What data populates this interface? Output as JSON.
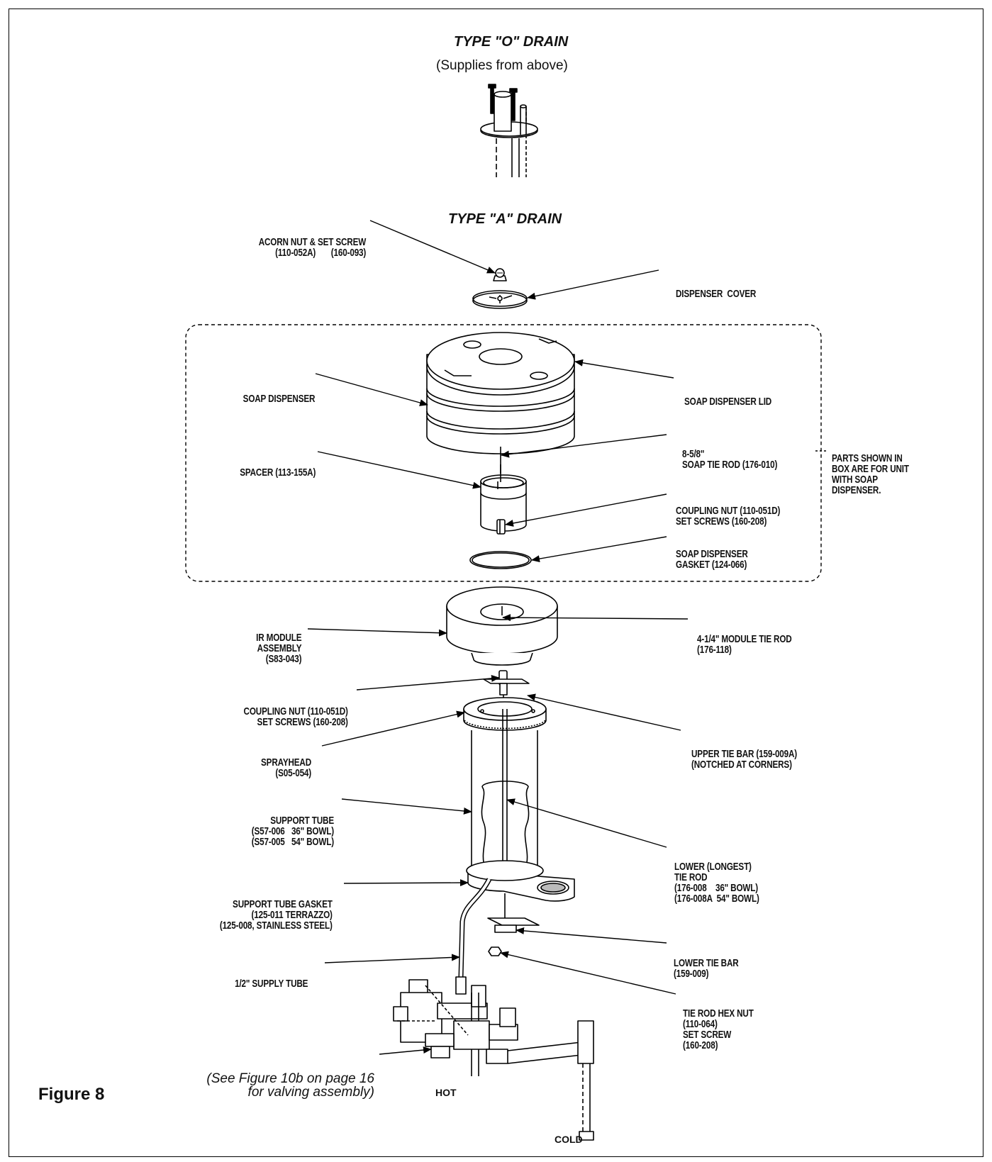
{
  "header": {
    "type_o_title": "TYPE \"O\" DRAIN",
    "type_o_subtitle": "(Supplies from above)",
    "type_a_title": "TYPE \"A\" DRAIN"
  },
  "labels": {
    "acorn_nut": [
      "ACORN NUT & SET SCREW",
      "(110-052A)       (160-093)"
    ],
    "dispenser_cover": [
      "DISPENSER  COVER"
    ],
    "soap_dispenser": [
      "SOAP DISPENSER"
    ],
    "soap_dispenser_lid": [
      "SOAP DISPENSER LID"
    ],
    "soap_tie_rod": [
      "8-5/8\"",
      "SOAP TIE ROD (176-010)"
    ],
    "parts_box_note": [
      "PARTS SHOWN IN",
      "BOX ARE FOR UNIT",
      "WITH SOAP",
      "DISPENSER."
    ],
    "spacer": [
      "SPACER (113-155A)"
    ],
    "coupling_nut_upper": [
      "COUPLING NUT (110-051D)",
      "SET SCREWS (160-208)"
    ],
    "soap_dispenser_gasket": [
      "SOAP DISPENSER",
      "GASKET (124-066)"
    ],
    "ir_module": [
      "IR MODULE",
      "ASSEMBLY",
      "(S83-043)"
    ],
    "module_tie_rod": [
      "4-1/4\" MODULE TIE ROD",
      "(176-118)"
    ],
    "coupling_nut_lower": [
      "COUPLING NUT (110-051D)",
      "SET SCREWS (160-208)"
    ],
    "upper_tie_bar": [
      "UPPER TIE BAR (159-009A)",
      "(NOTCHED AT CORNERS)"
    ],
    "sprayhead": [
      "SPRAYHEAD",
      "(S05-054)"
    ],
    "support_tube": [
      "SUPPORT TUBE",
      "(S57-006   36\" BOWL)",
      "(S57-005   54\" BOWL)"
    ],
    "lower_tie_rod": [
      "LOWER (LONGEST)",
      "TIE ROD",
      "(176-008    36\" BOWL)",
      "(176-008A  54\" BOWL)"
    ],
    "support_tube_gasket": [
      "SUPPORT TUBE GASKET",
      "(125-011 TERRAZZO)",
      "(125-008, STAINLESS STEEL)"
    ],
    "lower_tie_bar": [
      "LOWER TIE BAR",
      "(159-009)"
    ],
    "supply_tube": [
      "1/2\" SUPPLY TUBE"
    ],
    "tie_rod_hex_nut": [
      "TIE ROD HEX NUT",
      "(110-064)",
      "SET SCREW",
      "(160-208)"
    ],
    "valving_note": [
      "(See Figure 10b on page 16",
      "for valving assembly)"
    ],
    "hot": "HOT",
    "cold": "COLD"
  },
  "figure_label": "Figure 8"
}
